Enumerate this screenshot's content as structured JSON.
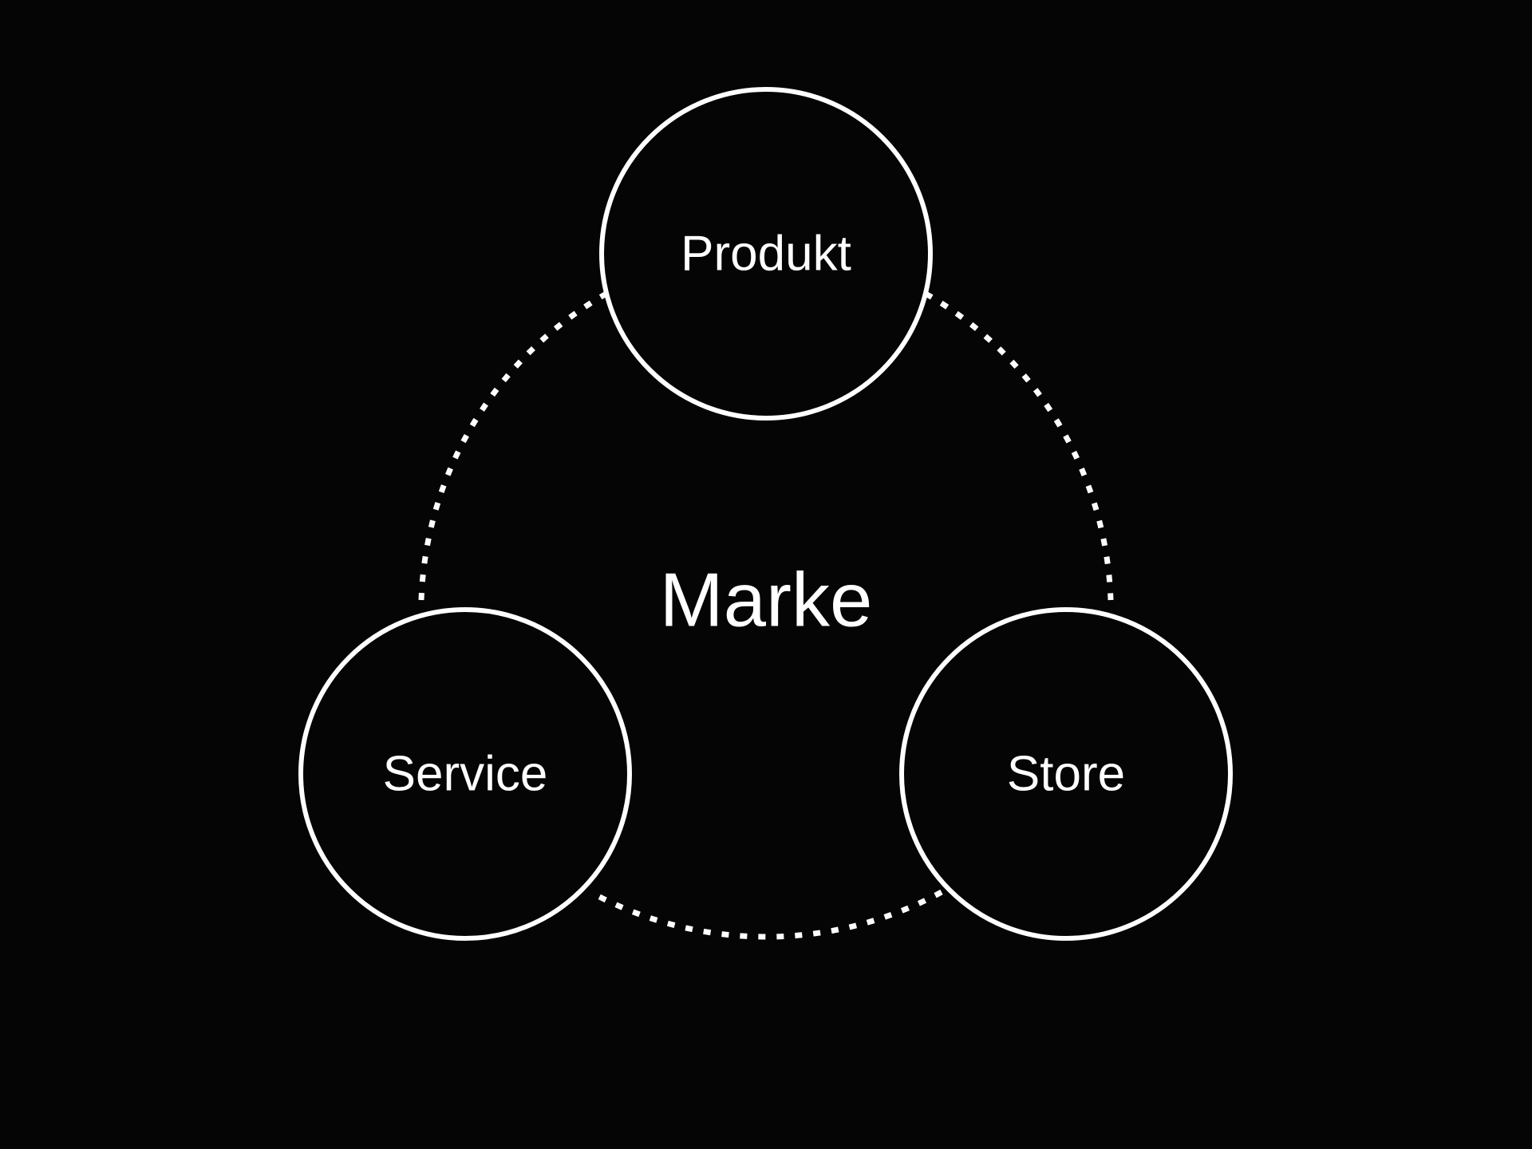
{
  "diagram": {
    "center_label": "Marke",
    "nodes": [
      {
        "id": "produkt",
        "label": "Produkt"
      },
      {
        "id": "service",
        "label": "Service"
      },
      {
        "id": "store",
        "label": "Store"
      }
    ],
    "connections": [
      {
        "from": "produkt",
        "to": "store",
        "style": "dotted"
      },
      {
        "from": "store",
        "to": "service",
        "style": "dotted"
      },
      {
        "from": "service",
        "to": "produkt",
        "style": "dotted"
      }
    ],
    "colors": {
      "background": "#050505",
      "foreground": "#ffffff"
    }
  }
}
